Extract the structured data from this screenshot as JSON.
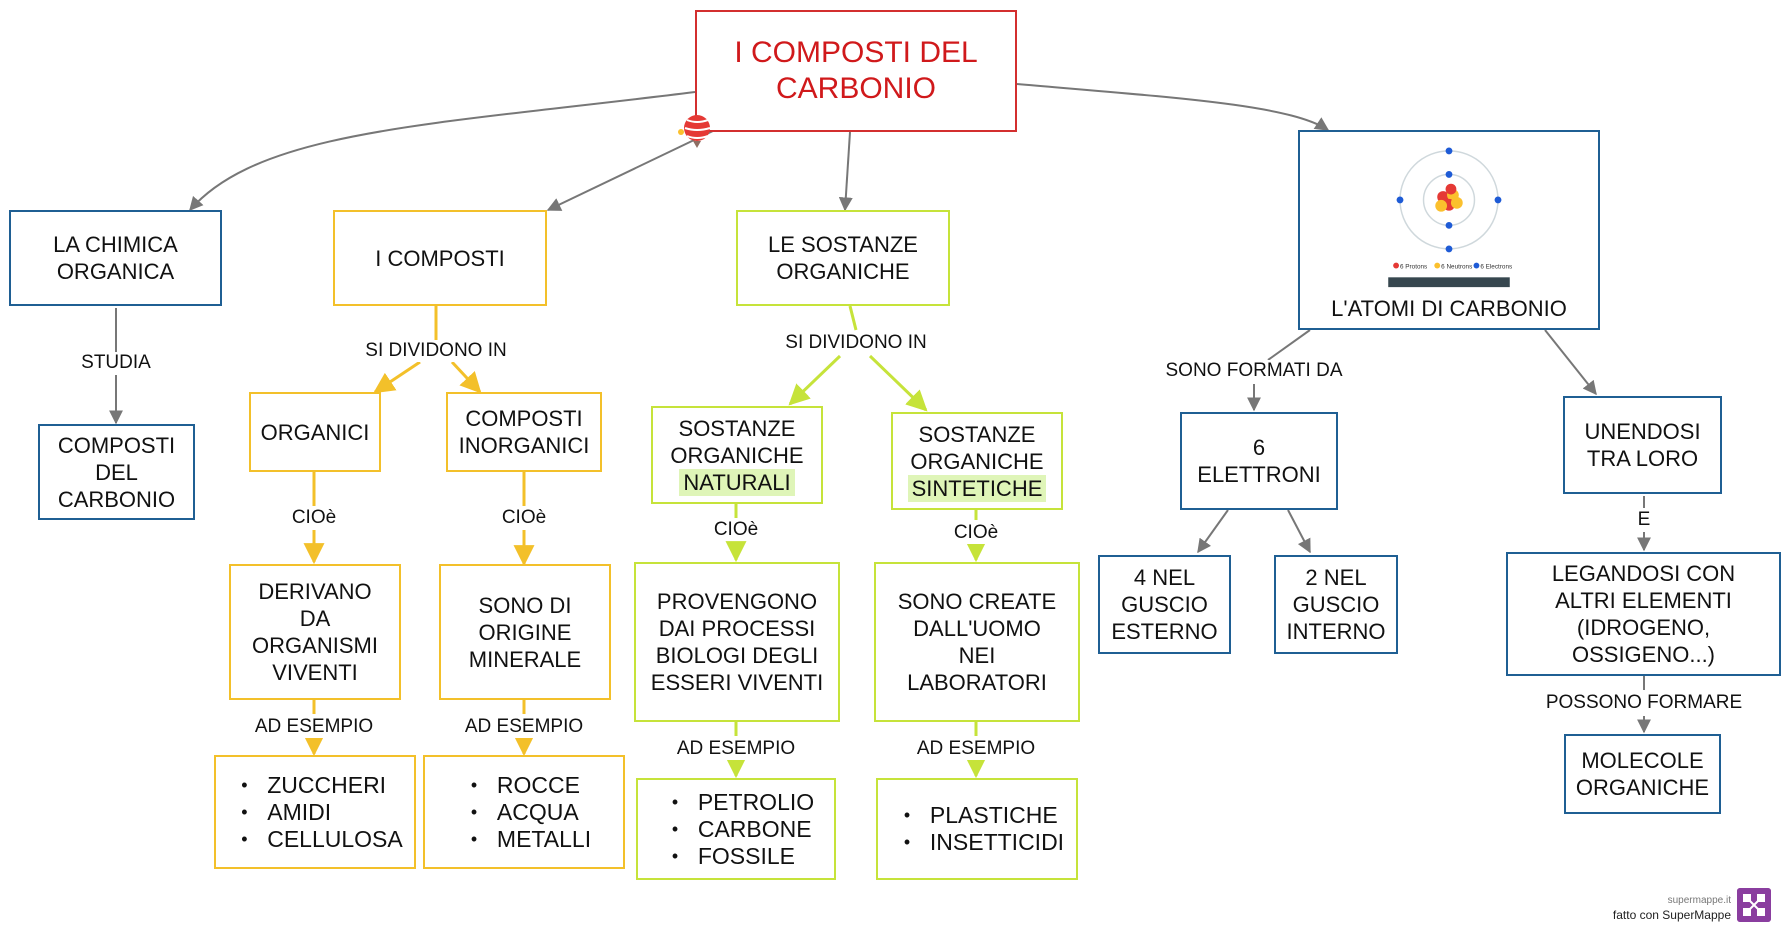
{
  "title": "I COMPOSTI DEL\nCARBONIO",
  "nodes": {
    "chimica_organica": "LA CHIMICA\nORGANICA",
    "composti_carbonio": "COMPOSTI\nDEL\nCARBONIO",
    "i_composti": "I COMPOSTI",
    "organici": "ORGANICI",
    "composti_inorganici": "COMPOSTI\nINORGANICI",
    "derivano": "DERIVANO\nDA\nORGANISMI\nVIVENTI",
    "sono_di_origine": "SONO DI\nORIGINE\nMINERALE",
    "sostanze_organiche": "LE SOSTANZE\nORGANICHE",
    "sostanze_naturali": "SOSTANZE\nORGANICHE",
    "sostanze_naturali_hl": "NATURALI",
    "sostanze_sintetiche": "SOSTANZE\nORGANICHE",
    "sostanze_sintetiche_hl": "SINTETICHE",
    "provengono": "PROVENGONO\nDAI PROCESSI\nBIOLOGI DEGLI\nESSERI VIVENTI",
    "sono_create": "SONO CREATE\nDALL'UOMO\nNEI\nLABORATORI",
    "atomi": "L'ATOMI DI CARBONIO",
    "elettroni": "6\nELETTRONI",
    "esterno": "4 NEL\nGUSCIO\nESTERNO",
    "interno": "2 NEL\nGUSCIO\nINTERNO",
    "unendosi": "UNENDOSI\nTRA LORO",
    "legandosi": "LEGANDOSI CON\nALTRI ELEMENTI\n(IDROGENO,\nOSSIGENO...)",
    "molecole": "MOLECOLE\nORGANICHE"
  },
  "lists": {
    "organici_es": [
      "ZUCCHERI",
      "AMIDI",
      "CELLULOSA"
    ],
    "inorganici_es": [
      "ROCCE",
      "ACQUA",
      "METALLI"
    ],
    "naturali_es": [
      "PETROLIO",
      "CARBONE",
      "FOSSILE"
    ],
    "sintetiche_es": [
      "PLASTICHE",
      "INSETTICIDI"
    ]
  },
  "labels": {
    "studia": "STUDIA",
    "si_dividono_1": "SI DIVIDONO IN",
    "si_dividono_2": "SI DIVIDONO IN",
    "cioe_1": "CIOè",
    "cioe_2": "CIOè",
    "cioe_3": "CIOè",
    "cioe_4": "CIOè",
    "esempio_1": "AD ESEMPIO",
    "esempio_2": "AD ESEMPIO",
    "esempio_3": "AD ESEMPIO",
    "esempio_4": "AD ESEMPIO",
    "sono_formati": "SONO FORMATI DA",
    "e": "E",
    "possono_formare": "POSSONO FORMARE"
  },
  "atom_legend": [
    "6 Protons",
    "6 Neutrons",
    "6 Electrons"
  ],
  "watermark": {
    "site": "supermappe.it",
    "made": "fatto con SuperMappe"
  },
  "colors": {
    "blue": "#1f5f93",
    "yellow": "#f3c02a",
    "green": "#c6e33a",
    "red": "#d32f2f",
    "gray": "#777777"
  }
}
